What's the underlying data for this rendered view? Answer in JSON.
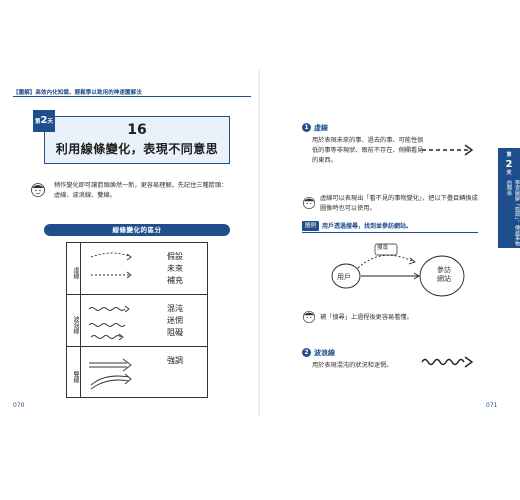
{
  "header": {
    "running_title": "【圖解】高效內化知識，輕鬆學以致用的神速圖解法"
  },
  "left_page": {
    "day_tab": {
      "prefix": "第",
      "number": "2",
      "suffix": "天"
    },
    "lesson_number": "16",
    "lesson_title": "利用線條變化，表現不同意思",
    "intro": "稍作變化即可讓箭頭煥然一新，更容易理解。先記住三種箭頭：虛線、波浪線、雙線。",
    "section_title": "線條變化的區分",
    "rows": [
      {
        "label": "虛線",
        "words": "假設\n未來\n補充"
      },
      {
        "label": "波浪線",
        "words": "混沌\n迷惘\n阻礙"
      },
      {
        "label": "雙線",
        "words": "強調"
      }
    ],
    "page_number": "070"
  },
  "right_page": {
    "sections": [
      {
        "number": "1",
        "title": "虛線",
        "text": "用於表現未來的事、過去的事、可能性很低的事等非現狀、眼前不存在、側欄看見的東西。"
      },
      {
        "number": "2",
        "title": "波浪線",
        "text": "用於表現混沌的狀況和迷惘。"
      }
    ],
    "note_1": "虛線可以表現出「看不見的事物變化」，把以下疊目轉換成圖像時也可以使用。",
    "search_chip": "圖例",
    "search_text": "用戶透過搜尋，找到並參訪網站。",
    "diagram": {
      "user": "用戶",
      "search": "搜尋",
      "site": "參訪\n網站"
    },
    "note_2": "補「搜尋」上過程後更容易看懂。",
    "side_tab": {
      "prefix": "第",
      "number": "2",
      "suffix": "天",
      "text": "學習圖解「箭頭」，傳遞事物的關係"
    },
    "page_number": "071"
  },
  "colors": {
    "accent": "#1f4e8c",
    "accent_light": "#e9f1fa"
  }
}
